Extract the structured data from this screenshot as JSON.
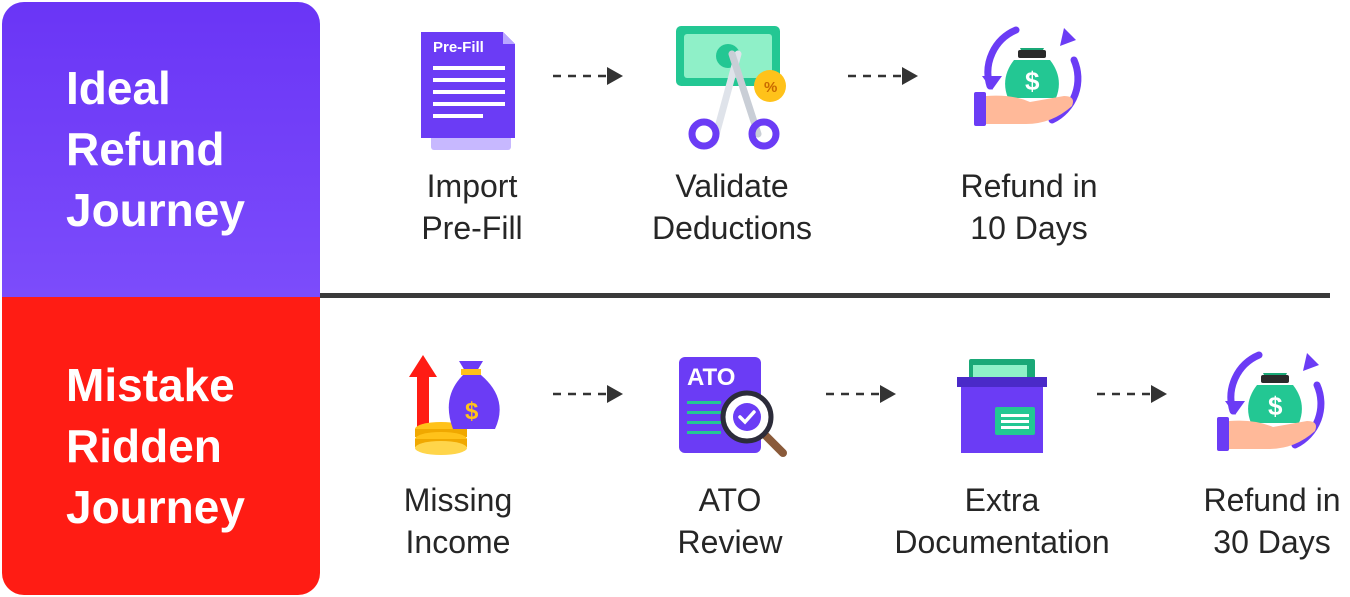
{
  "ideal": {
    "title_lines": [
      "Ideal",
      "Refund",
      "Journey"
    ],
    "steps": [
      {
        "icon": "pre-fill-document-icon",
        "doc_label": "Pre-Fill",
        "label_lines": [
          "Import",
          "Pre-Fill"
        ]
      },
      {
        "icon": "scissors-cash-discount-icon",
        "badge": "%",
        "label_lines": [
          "Validate",
          "Deductions"
        ]
      },
      {
        "icon": "money-bag-hand-refund-icon",
        "badge": "$",
        "label_lines": [
          "Refund in",
          "10 Days"
        ]
      }
    ]
  },
  "mistake": {
    "title_lines": [
      "Mistake",
      "Ridden",
      "Journey"
    ],
    "steps": [
      {
        "icon": "money-bag-coins-arrow-icon",
        "badge": "$",
        "label_lines": [
          "Missing",
          "Income"
        ]
      },
      {
        "icon": "ato-document-magnifier-icon",
        "doc_label": "ATO",
        "label_lines": [
          "ATO",
          "Review"
        ]
      },
      {
        "icon": "folder-documents-icon",
        "label_lines": [
          "Extra",
          "Documentation"
        ]
      },
      {
        "icon": "money-bag-hand-refund-icon",
        "badge": "$",
        "label_lines": [
          "Refund in",
          "30 Days"
        ]
      }
    ]
  },
  "colors": {
    "ideal_panel": "#6a35f6",
    "mistake_panel": "#ff1c14",
    "divider": "#3a3a3a",
    "text": "#262626",
    "purple_icon": "#6b3cf5",
    "green_icon": "#23c793",
    "peach_hand": "#ffb999"
  }
}
